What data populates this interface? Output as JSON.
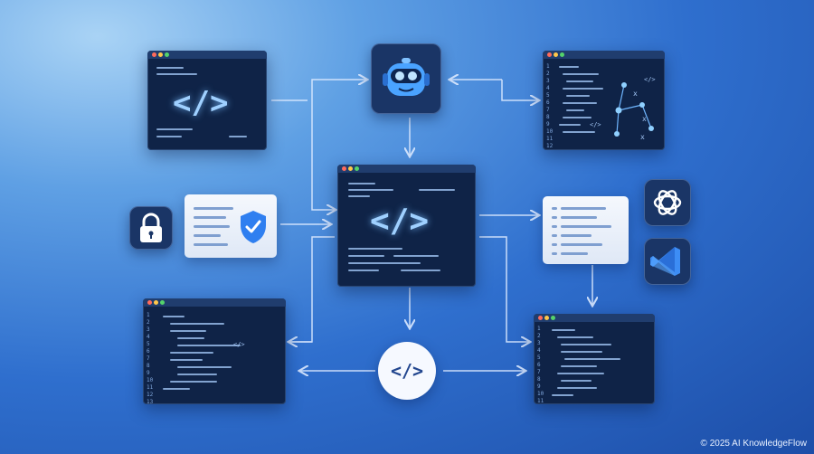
{
  "code_tag": "</>",
  "copyright": "© 2025 AI KnowledgeFlow",
  "panels": {
    "bottom_left_line_numbers": [
      "1",
      "2",
      "3",
      "4",
      "5",
      "6",
      "7",
      "8",
      "9",
      "10",
      "11",
      "12",
      "13"
    ],
    "top_right_line_numbers": [
      "1",
      "2",
      "3",
      "4",
      "5",
      "6",
      "7",
      "8",
      "9",
      "10",
      "11",
      "12"
    ],
    "bottom_right_line_numbers": [
      "1",
      "2",
      "3",
      "4",
      "5",
      "6",
      "7",
      "8",
      "9",
      "10",
      "11"
    ]
  },
  "icons": {
    "center_hub": "code-brackets-icon",
    "robot": "robot-assistant-icon",
    "lock": "lock-icon",
    "shield": "shield-check-icon",
    "openai": "openai-logo-icon",
    "vscode": "vscode-logo-icon"
  },
  "colors": {
    "accent_glow": "#9fd0ff",
    "panel_bg": "#0f2347",
    "dot_red": "#ff6b5c",
    "dot_yellow": "#ffc74a",
    "dot_green": "#54d36b"
  }
}
